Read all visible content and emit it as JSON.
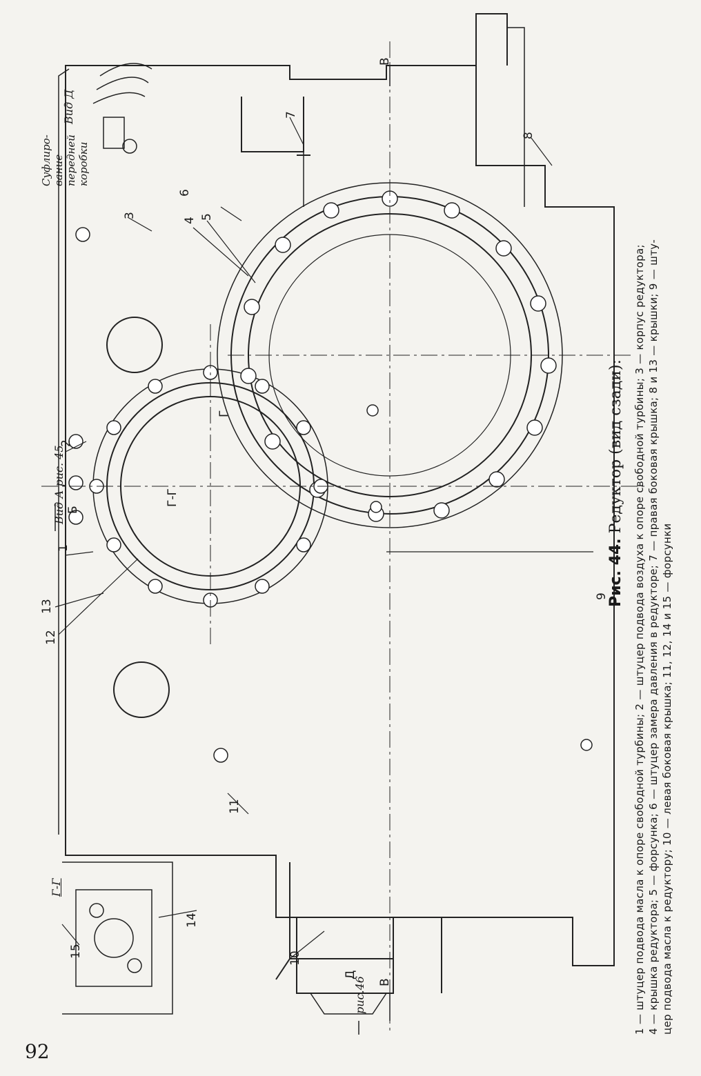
{
  "page": {
    "page_number": "92"
  },
  "caption": {
    "fig_prefix": "Рис. 44.",
    "fig_title": "Редуктор (вид сзади):",
    "lines": [
      "1 — штуцер подвода масла к опоре свободной турбины; 2 — штуцер подвода воздуха к опоре свободной турбины; 3 — корпус редуктора;",
      "4 — крышка редуктора; 5 — форсунка; 6 — штуцер замера давления в редукторе; 7 — правая боковая крышка; 8 и 13 — крышки; 9 — шту-",
      "цер подвода масла к редуктору; 10 — левая боковая крышка; 11, 12, 14 и 15 — форсунки"
    ]
  },
  "drawing": {
    "view_a": "Вид А рис. 45",
    "view_d": "Вид Д",
    "suflirovanie": [
      "Суфлиро-",
      "вание",
      "передней",
      "коробки"
    ],
    "section_gg": "Г-Г",
    "ref_fig46": "рис.46",
    "letter_b": "Б",
    "letter_v_top": "В",
    "letter_v_bottom": "В",
    "letter_d": "Д",
    "letter_g1": "Г",
    "letter_g2": "Г",
    "section_gg_small": "Г-Г",
    "callouts": [
      "1",
      "2",
      "3",
      "4",
      "5",
      "6",
      "7",
      "8",
      "9",
      "10",
      "11",
      "12",
      "13",
      "14",
      "15"
    ]
  }
}
